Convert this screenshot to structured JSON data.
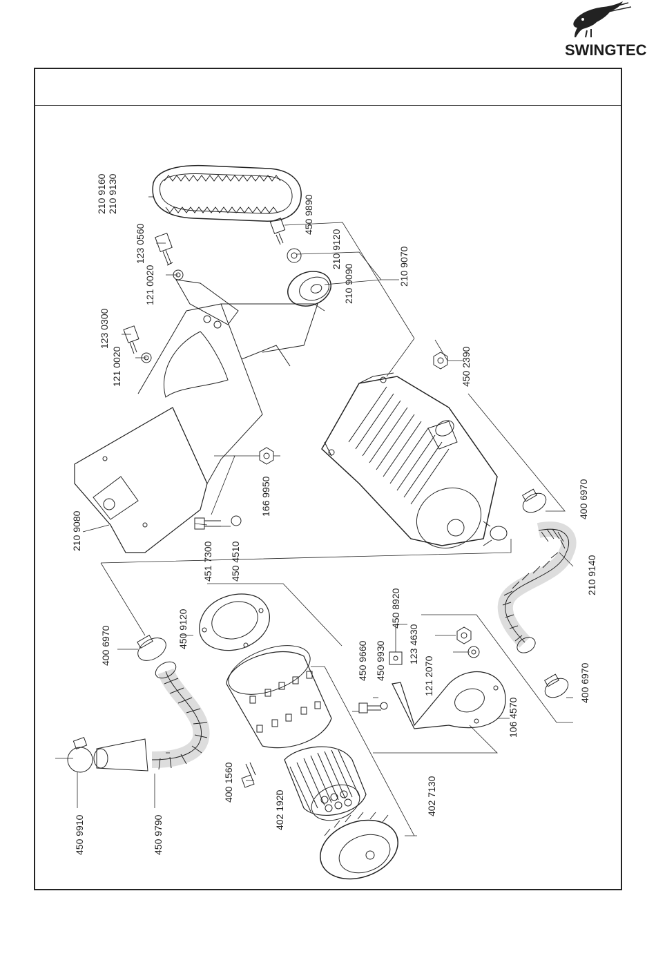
{
  "brand": {
    "logo_text": "SWINGTEC",
    "logo_icon": "bird-icon"
  },
  "diagram": {
    "part_numbers": {
      "p1": "210 9160",
      "p2": "210 9130",
      "p3": "123 0560",
      "p4": "121 0020",
      "p5": "123 0300",
      "p6": "121 0020",
      "p7": "450 9890",
      "p8": "210 9120",
      "p9": "210 9090",
      "p10": "210 9070",
      "p11": "450 2390",
      "p12": "210 9080",
      "p13": "166 9950",
      "p14": "451 7300",
      "p15": "450 4510",
      "p16": "400 6970",
      "p17": "210 9140",
      "p18": "400 6970",
      "p19": "450 9120",
      "p20": "450 8920",
      "p21": "450 9660",
      "p22": "450 9930",
      "p23": "123 4630",
      "p24": "121 2070",
      "p25": "400 6970",
      "p26": "106 4570",
      "p27": "400 1560",
      "p28": "402 1920",
      "p29": "402 7130",
      "p30": "450 9910",
      "p31": "450 9790"
    }
  }
}
